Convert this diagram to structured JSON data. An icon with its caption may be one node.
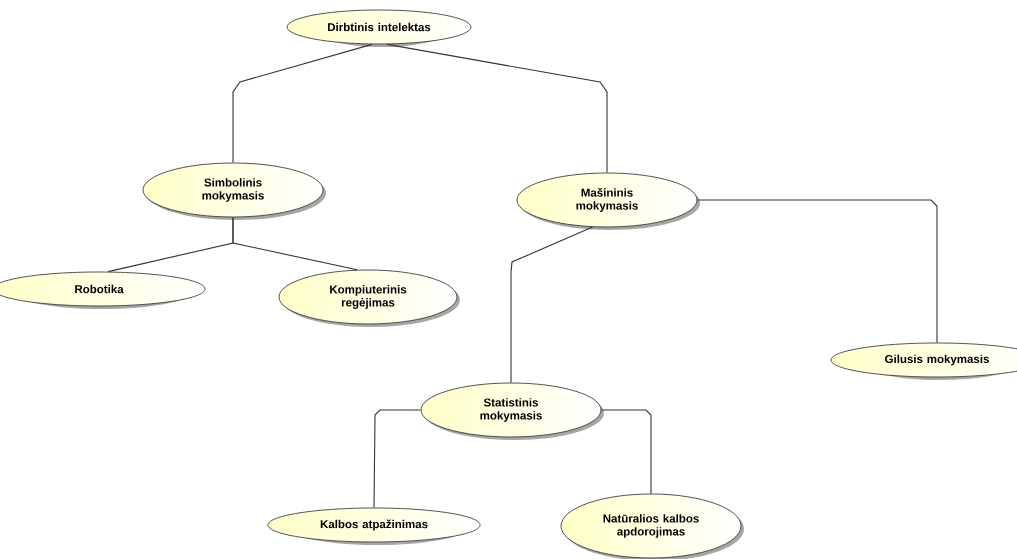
{
  "diagram": {
    "nodes": [
      {
        "text": [
          "Dirbtinis intelektas"
        ]
      },
      {
        "text": [
          "Simbolinis mokymasis"
        ]
      },
      {
        "text": [
          "Mašininis mokymasis"
        ]
      },
      {
        "text": [
          "Robotika"
        ]
      },
      {
        "text": [
          "Kompiuterinis regėjimas"
        ]
      },
      {
        "text": [
          "Gilusis mokymasis"
        ]
      },
      {
        "text": [
          "Statistinis mokymasis"
        ]
      },
      {
        "text": [
          "Kalbos atpažinimas"
        ]
      },
      {
        "text": [
          "Natūralios kalbos apdorojimas"
        ]
      }
    ],
    "edges": [
      {
        "from": 0,
        "to": 1,
        "arrow": "none"
      },
      {
        "from": 0,
        "to": 2,
        "arrow": "none"
      },
      {
        "from": 1,
        "to": 3,
        "arrow": "none"
      },
      {
        "from": 1,
        "to": 4,
        "arrow": "none"
      },
      {
        "from": 2,
        "to": 6,
        "arrow": "none"
      },
      {
        "from": 2,
        "to": 5,
        "arrow": "none"
      },
      {
        "from": 6,
        "to": 7,
        "arrow": "none"
      },
      {
        "from": 6,
        "to": 8,
        "arrow": "none"
      }
    ]
  }
}
